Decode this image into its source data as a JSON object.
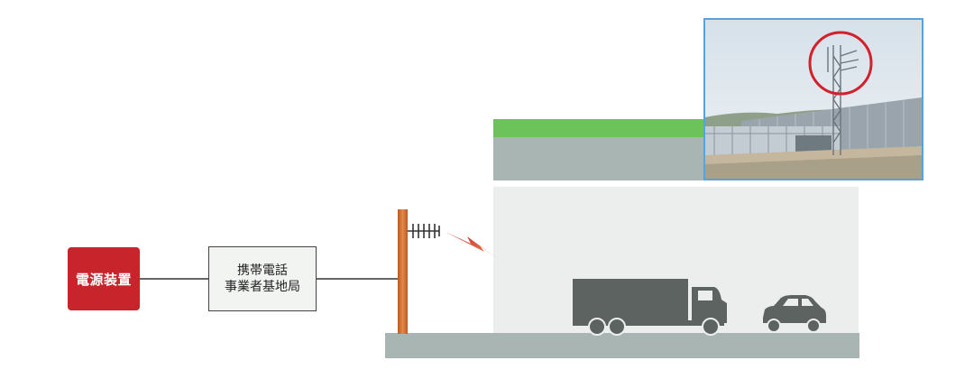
{
  "labels": {
    "power_unit": "電源装置",
    "base_station_line1": "携帯電話",
    "base_station_line2": "事業者基地局"
  },
  "colors": {
    "power_unit": "#c8242b",
    "tunnel_roof_green": "#6cc35a",
    "tunnel_roof_grey": "#a9b5b3",
    "tunnel_interior": "#eceeed",
    "ground": "#a9b5b3",
    "vehicle": "#5c6360",
    "pole": "#d8773e",
    "signal": "#d0202a",
    "photo_border": "#5aa3d8"
  },
  "icons": [
    "yagi-antenna-icon",
    "radio-signal-icon",
    "truck-icon",
    "car-icon"
  ]
}
